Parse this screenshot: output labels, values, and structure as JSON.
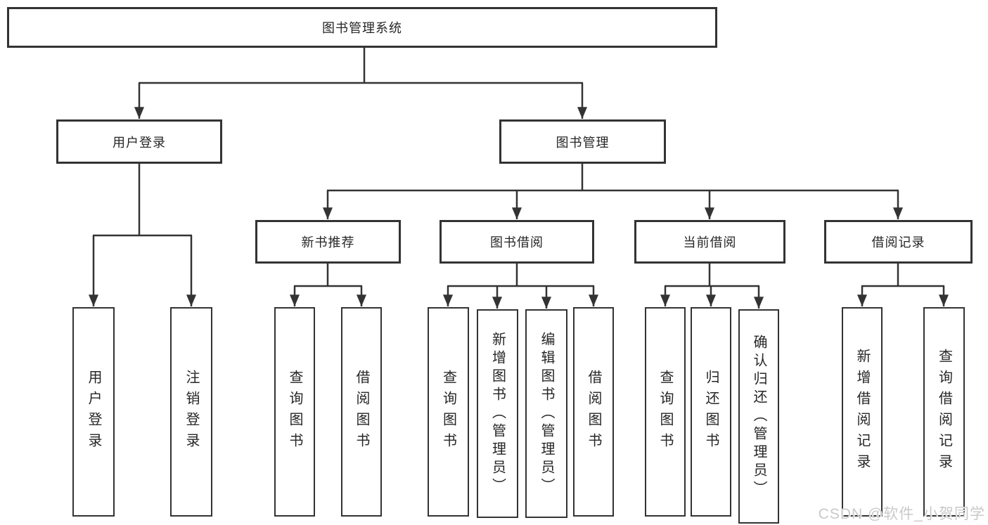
{
  "colors": {
    "line": "#333333",
    "box_border": "#333333",
    "box_fill": "#ffffff",
    "text": "#262626",
    "watermark": "#c9c9c9"
  },
  "watermark": "CSDN @软件_小贺同学",
  "tree": {
    "root": {
      "label": "图书管理系统",
      "children": [
        {
          "label": "用户登录",
          "children": [
            {
              "label": "用户登录"
            },
            {
              "label": "注销登录"
            }
          ]
        },
        {
          "label": "图书管理",
          "children": [
            {
              "label": "新书推荐",
              "children": [
                {
                  "label": "查询图书"
                },
                {
                  "label": "借阅图书"
                }
              ]
            },
            {
              "label": "图书借阅",
              "children": [
                {
                  "label": "查询图书"
                },
                {
                  "label": "新增图书（管理员）"
                },
                {
                  "label": "编辑图书（管理员）"
                },
                {
                  "label": "借阅图书"
                }
              ]
            },
            {
              "label": "当前借阅",
              "children": [
                {
                  "label": "查询图书"
                },
                {
                  "label": "归还图书"
                },
                {
                  "label": "确认归还（管理员）"
                }
              ]
            },
            {
              "label": "借阅记录",
              "children": [
                {
                  "label": "新增借阅记录"
                },
                {
                  "label": "查询借阅记录"
                }
              ]
            }
          ]
        }
      ]
    }
  }
}
